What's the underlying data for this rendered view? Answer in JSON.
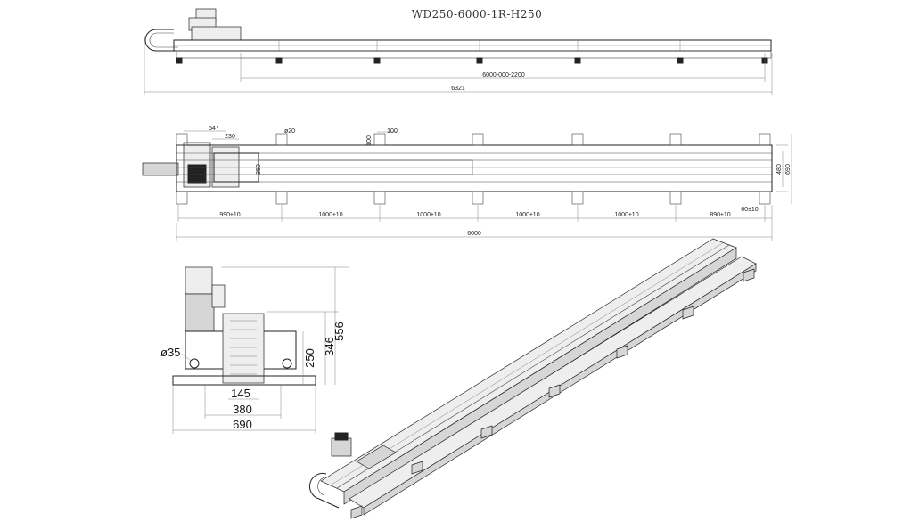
{
  "title": "WD250-6000-1R-H250",
  "top_view": {
    "stroke_label": "6000-000-2200",
    "overall_length": "6321"
  },
  "plan_view": {
    "dim_547": "547",
    "dim_230": "230",
    "dim_hole": "ø20",
    "dim_100": "100",
    "dim_100b": "100",
    "dim_350": "350",
    "dim_480": "480",
    "dim_690": "690",
    "spacings": [
      "990±10",
      "1000±10",
      "1000±10",
      "1000±10",
      "1000±10",
      "890±10"
    ],
    "end_offset": "60±10",
    "total": "6000"
  },
  "end_view": {
    "hole": "ø35",
    "height_556": "556",
    "height_346": "346",
    "height_250": "250",
    "width_145": "145",
    "width_380": "380",
    "width_690": "690"
  },
  "iso_view": {}
}
